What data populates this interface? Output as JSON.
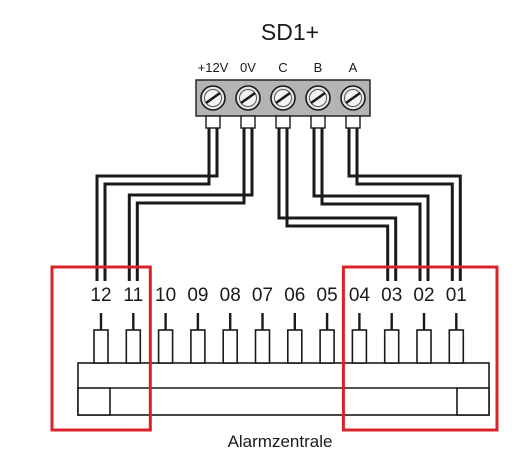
{
  "device": {
    "title": "SD1+",
    "terminals": [
      "+12V",
      "0V",
      "C",
      "B",
      "A"
    ]
  },
  "panel": {
    "name": "Alarmzentrale",
    "pins": [
      "12",
      "11",
      "10",
      "09",
      "08",
      "07",
      "06",
      "05",
      "04",
      "03",
      "02",
      "01"
    ]
  },
  "connections": [
    {
      "terminal": "+12V",
      "pin": "12"
    },
    {
      "terminal": "0V",
      "pin": "11"
    },
    {
      "terminal": "C",
      "pin": "03"
    },
    {
      "terminal": "B",
      "pin": "02"
    },
    {
      "terminal": "A",
      "pin": "01"
    }
  ],
  "highlight_groups": [
    [
      "12",
      "11"
    ],
    [
      "04",
      "03",
      "02",
      "01"
    ]
  ],
  "colors": {
    "highlight": "#d8232a",
    "terminal_block": "#b4b4b4",
    "line": "#1a1a1a"
  }
}
